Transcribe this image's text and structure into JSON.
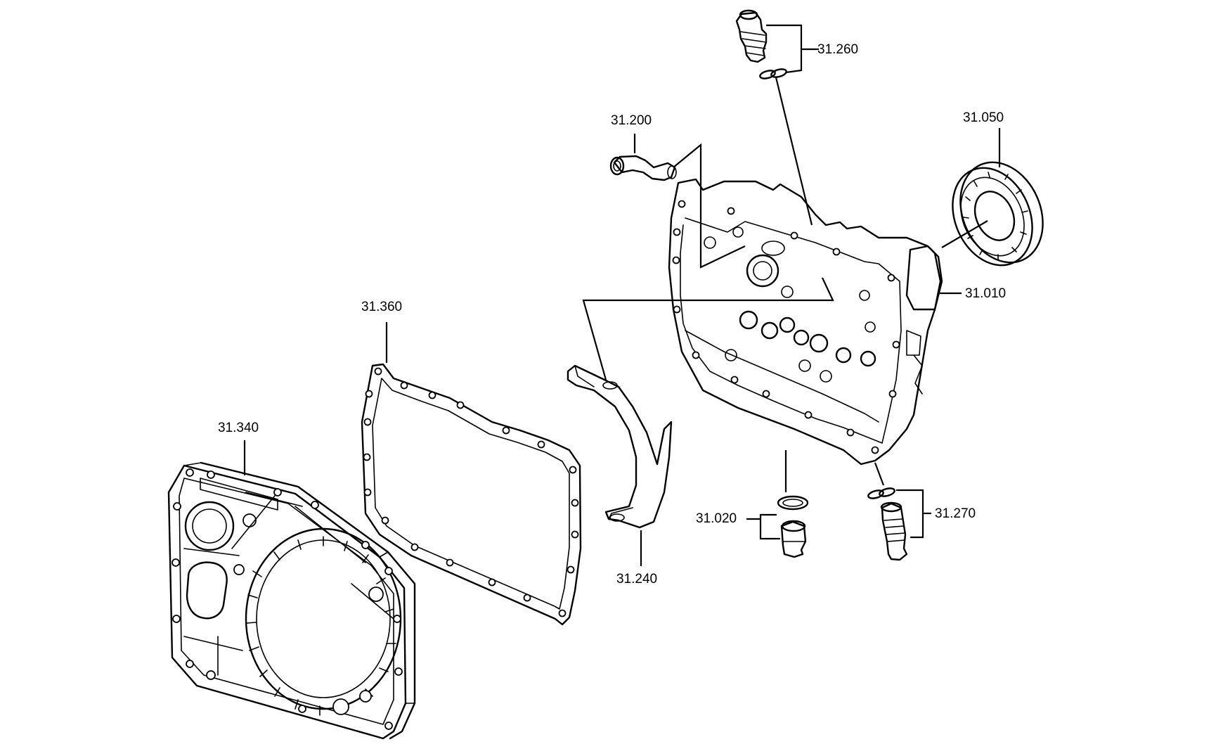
{
  "diagram": {
    "labels": {
      "p31260": "31.260",
      "p31200": "31.200",
      "p31050": "31.050",
      "p31010": "31.010",
      "p31360": "31.360",
      "p31340": "31.340",
      "p31240": "31.240",
      "p31020": "31.020",
      "p31270": "31.270"
    }
  }
}
